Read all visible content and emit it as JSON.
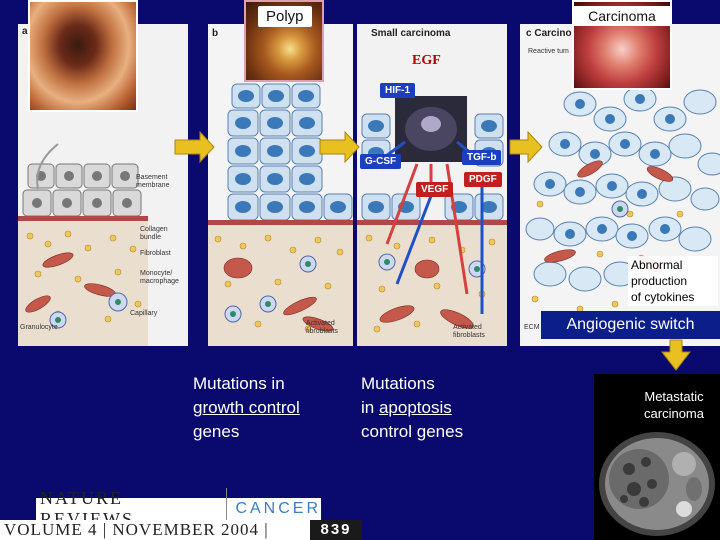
{
  "slide": {
    "background_color": "#0a0a6e",
    "callouts": {
      "polyp": "Polyp",
      "carcinoma": "Carcinoma",
      "egf": "EGF",
      "abnormal_production": [
        "Abnormal",
        "production",
        "of cytokines"
      ],
      "angiogenic_switch": "Angiogenic switch",
      "metastatic": [
        "Metastatic",
        "carcinoma"
      ]
    },
    "factors": {
      "hif1": "HIF-1",
      "gcsf": "G-CSF",
      "tgfb": "TGF-b",
      "pdgf": "PDGF",
      "vegf": "VEGF"
    },
    "panels": {
      "a": {
        "letter": "a",
        "labels": {
          "basement_membrane": "Basement membrane",
          "collagen_bundle": "Collagen bundle",
          "fibroblast": "Fibroblast",
          "monocyte": "Monocyte/ macrophage",
          "granulocyte": "Granulocyte",
          "capillary": "Capillary"
        }
      },
      "b": {
        "letter": "b",
        "labels": {
          "activated_fibroblasts": "Activated fibroblasts"
        }
      },
      "c": {
        "title": "Small carcinoma",
        "labels": {
          "activated_fibroblasts": "Activated fibroblasts"
        }
      },
      "d": {
        "letter": "c",
        "title_partial": "Carcino",
        "sub_partial": "Reactive tum",
        "ecm": "ECM"
      }
    },
    "mutations": {
      "growth": {
        "line1": "Mutations in",
        "line2": "growth control",
        "line3": "genes"
      },
      "apoptosis": {
        "line1": "Mutations",
        "line2_prefix": "in ",
        "line2_underlined": "apoptosis",
        "line3": "control genes"
      }
    },
    "journal": {
      "title": "NATURE REVIEWS",
      "section": "CANCER",
      "volume": "VOLUME 4",
      "date": "NOVEMBER 2004",
      "page": "839"
    }
  }
}
